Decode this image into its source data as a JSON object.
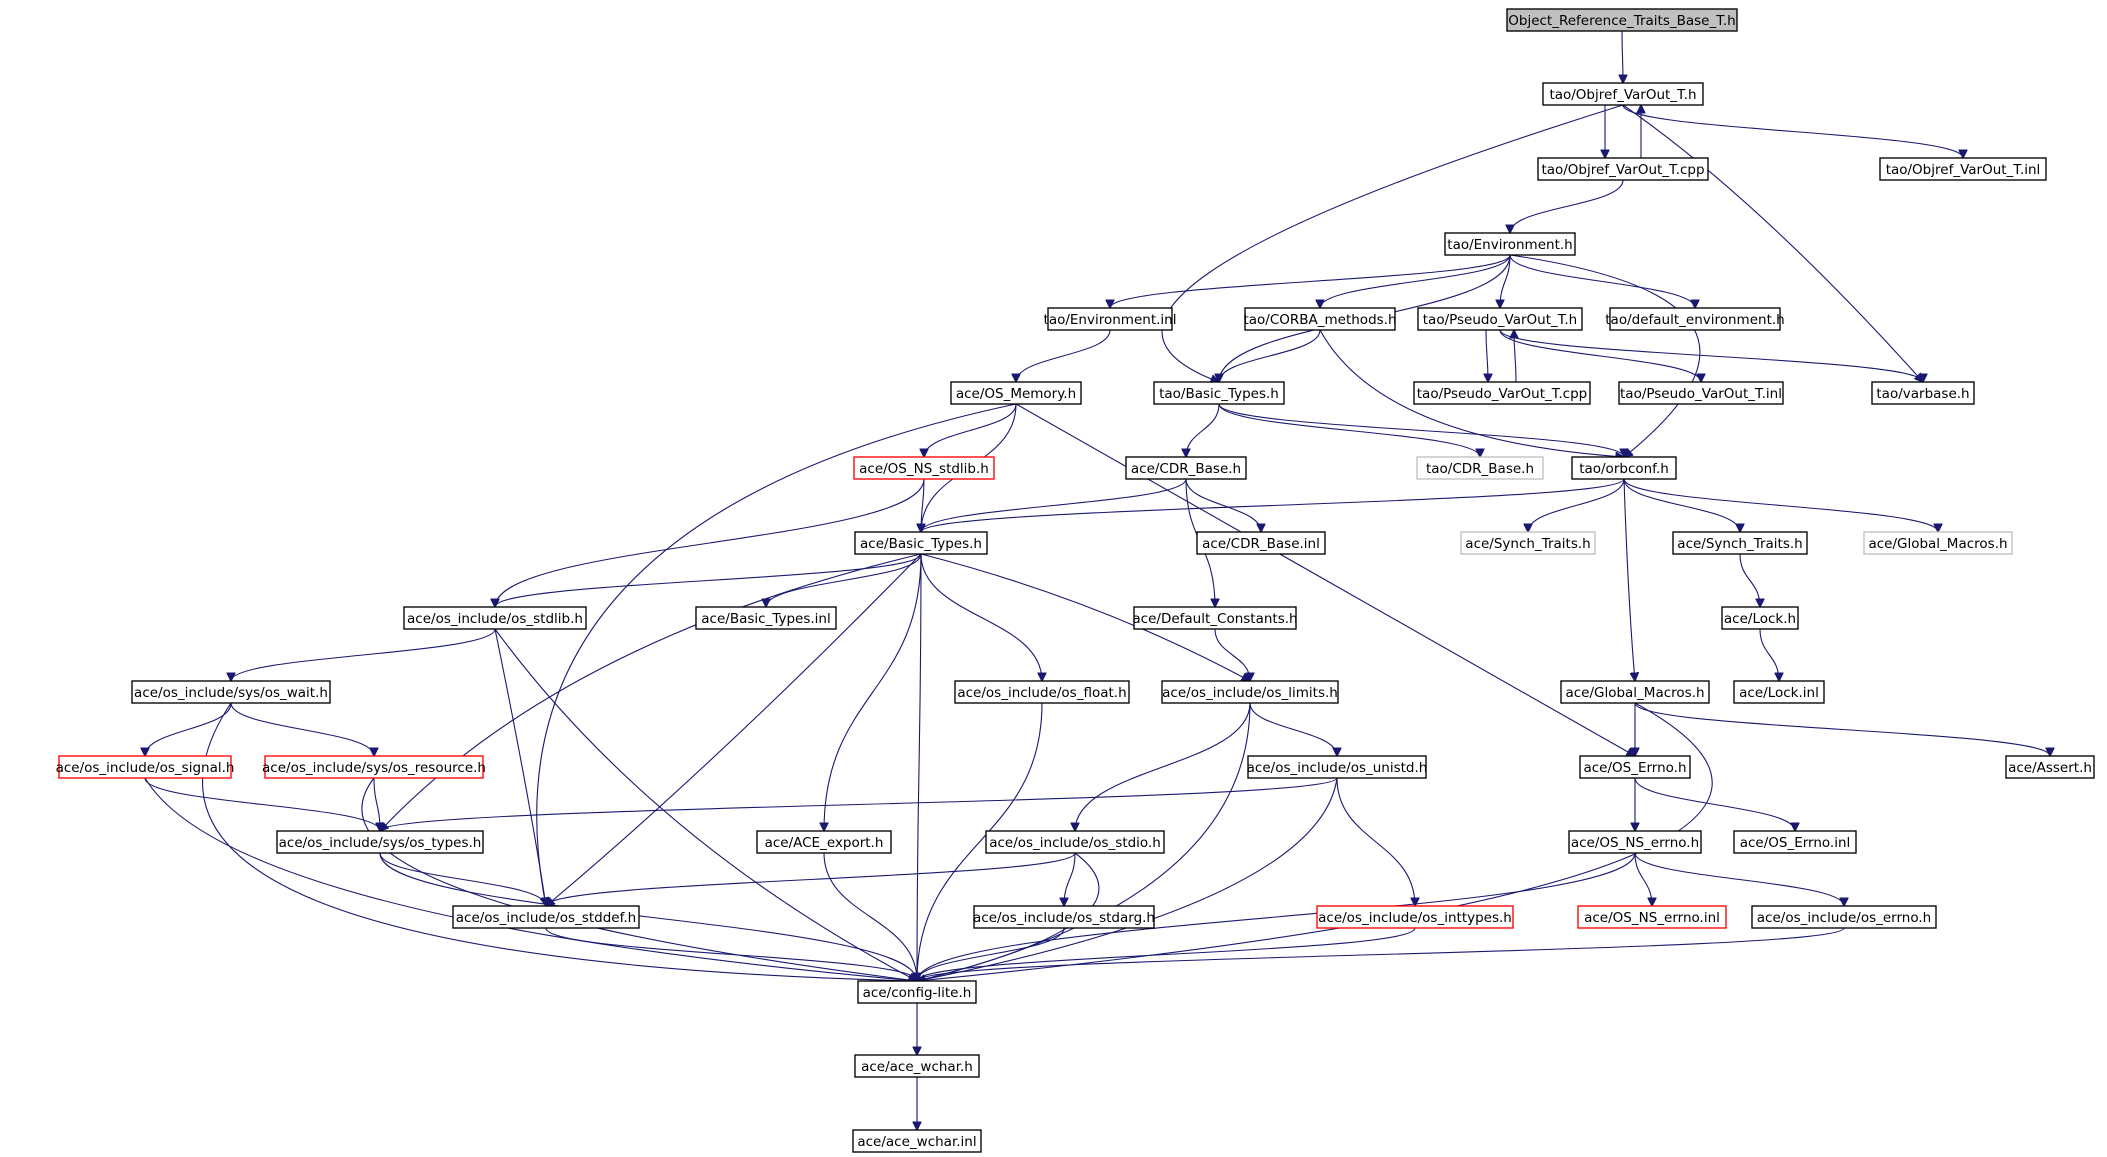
{
  "title": "Object_Reference_Traits_Base_T.h",
  "colors": {
    "edge": "#191970",
    "node_border": "#000000",
    "truncated_border": "#ff0000",
    "external_border": "#bfbfbf",
    "root_fill": "#c0c0c0"
  },
  "nodes": [
    {
      "id": "root",
      "label": "Object_Reference_Traits_Base_T.h",
      "style": "root"
    },
    {
      "id": "objref_h",
      "label": "tao/Objref_VarOut_T.h",
      "style": "normal"
    },
    {
      "id": "objref_cpp",
      "label": "tao/Objref_VarOut_T.cpp",
      "style": "normal"
    },
    {
      "id": "objref_inl",
      "label": "tao/Objref_VarOut_T.inl",
      "style": "normal"
    },
    {
      "id": "env_h",
      "label": "tao/Environment.h",
      "style": "normal"
    },
    {
      "id": "env_inl",
      "label": "tao/Environment.inl",
      "style": "normal"
    },
    {
      "id": "corba_methods",
      "label": "tao/CORBA_methods.h",
      "style": "normal"
    },
    {
      "id": "pseudo_h",
      "label": "tao/Pseudo_VarOut_T.h",
      "style": "normal"
    },
    {
      "id": "default_env",
      "label": "tao/default_environment.h",
      "style": "normal"
    },
    {
      "id": "pseudo_cpp",
      "label": "tao/Pseudo_VarOut_T.cpp",
      "style": "normal"
    },
    {
      "id": "pseudo_inl",
      "label": "tao/Pseudo_VarOut_T.inl",
      "style": "normal"
    },
    {
      "id": "varbase",
      "label": "tao/varbase.h",
      "style": "normal"
    },
    {
      "id": "os_memory",
      "label": "ace/OS_Memory.h",
      "style": "normal"
    },
    {
      "id": "tao_basic",
      "label": "tao/Basic_Types.h",
      "style": "normal"
    },
    {
      "id": "os_ns_stdlib",
      "label": "ace/OS_NS_stdlib.h",
      "style": "red"
    },
    {
      "id": "cdr_base",
      "label": "ace/CDR_Base.h",
      "style": "normal"
    },
    {
      "id": "tao_cdr_base",
      "label": "tao/CDR_Base.h",
      "style": "gray"
    },
    {
      "id": "orbconf",
      "label": "tao/orbconf.h",
      "style": "normal"
    },
    {
      "id": "ace_basic",
      "label": "ace/Basic_Types.h",
      "style": "normal"
    },
    {
      "id": "cdr_base_inl",
      "label": "ace/CDR_Base.inl",
      "style": "normal"
    },
    {
      "id": "synch_gray",
      "label": "ace/Synch_Traits.h",
      "style": "gray"
    },
    {
      "id": "synch",
      "label": "ace/Synch_Traits.h",
      "style": "normal"
    },
    {
      "id": "global_gray",
      "label": "ace/Global_Macros.h",
      "style": "gray"
    },
    {
      "id": "os_stdlib",
      "label": "ace/os_include/os_stdlib.h",
      "style": "normal"
    },
    {
      "id": "basic_inl",
      "label": "ace/Basic_Types.inl",
      "style": "normal"
    },
    {
      "id": "default_constants",
      "label": "ace/Default_Constants.h",
      "style": "normal"
    },
    {
      "id": "lock_h",
      "label": "ace/Lock.h",
      "style": "normal"
    },
    {
      "id": "os_wait",
      "label": "ace/os_include/sys/os_wait.h",
      "style": "normal"
    },
    {
      "id": "os_float",
      "label": "ace/os_include/os_float.h",
      "style": "normal"
    },
    {
      "id": "os_limits",
      "label": "ace/os_include/os_limits.h",
      "style": "normal"
    },
    {
      "id": "global",
      "label": "ace/Global_Macros.h",
      "style": "normal"
    },
    {
      "id": "lock_inl",
      "label": "ace/Lock.inl",
      "style": "normal"
    },
    {
      "id": "os_signal",
      "label": "ace/os_include/os_signal.h",
      "style": "red"
    },
    {
      "id": "os_resource",
      "label": "ace/os_include/sys/os_resource.h",
      "style": "red"
    },
    {
      "id": "os_unistd",
      "label": "ace/os_include/os_unistd.h",
      "style": "normal"
    },
    {
      "id": "os_errno_h",
      "label": "ace/OS_Errno.h",
      "style": "normal"
    },
    {
      "id": "assert",
      "label": "ace/Assert.h",
      "style": "normal"
    },
    {
      "id": "os_types",
      "label": "ace/os_include/sys/os_types.h",
      "style": "normal"
    },
    {
      "id": "ace_export",
      "label": "ace/ACE_export.h",
      "style": "normal"
    },
    {
      "id": "os_stdio",
      "label": "ace/os_include/os_stdio.h",
      "style": "normal"
    },
    {
      "id": "os_ns_errno_h",
      "label": "ace/OS_NS_errno.h",
      "style": "normal"
    },
    {
      "id": "os_errno_inl",
      "label": "ace/OS_Errno.inl",
      "style": "normal"
    },
    {
      "id": "os_stddef",
      "label": "ace/os_include/os_stddef.h",
      "style": "normal"
    },
    {
      "id": "os_stdarg",
      "label": "ace/os_include/os_stdarg.h",
      "style": "normal"
    },
    {
      "id": "os_inttypes",
      "label": "ace/os_include/os_inttypes.h",
      "style": "red"
    },
    {
      "id": "os_ns_errno_inl",
      "label": "ace/OS_NS_errno.inl",
      "style": "red"
    },
    {
      "id": "os_include_errno",
      "label": "ace/os_include/os_errno.h",
      "style": "normal"
    },
    {
      "id": "config_lite",
      "label": "ace/config-lite.h",
      "style": "normal"
    },
    {
      "id": "ace_wchar",
      "label": "ace/ace_wchar.h",
      "style": "normal"
    },
    {
      "id": "ace_wchar_inl",
      "label": "ace/ace_wchar.inl",
      "style": "normal"
    }
  ],
  "edges": [
    [
      "root",
      "objref_h"
    ],
    [
      "objref_h",
      "objref_cpp"
    ],
    [
      "objref_cpp",
      "objref_h"
    ],
    [
      "objref_h",
      "objref_inl"
    ],
    [
      "objref_h",
      "tao_basic"
    ],
    [
      "objref_h",
      "varbase"
    ],
    [
      "objref_cpp",
      "env_h"
    ],
    [
      "env_h",
      "env_inl"
    ],
    [
      "env_h",
      "corba_methods"
    ],
    [
      "env_h",
      "pseudo_h"
    ],
    [
      "env_h",
      "default_env"
    ],
    [
      "env_h",
      "tao_basic"
    ],
    [
      "env_h",
      "orbconf"
    ],
    [
      "pseudo_h",
      "pseudo_cpp"
    ],
    [
      "pseudo_cpp",
      "pseudo_h"
    ],
    [
      "pseudo_h",
      "pseudo_inl"
    ],
    [
      "pseudo_h",
      "varbase"
    ],
    [
      "corba_methods",
      "tao_basic"
    ],
    [
      "corba_methods",
      "orbconf"
    ],
    [
      "env_inl",
      "os_memory"
    ],
    [
      "tao_basic",
      "cdr_base"
    ],
    [
      "tao_basic",
      "tao_cdr_base"
    ],
    [
      "tao_basic",
      "orbconf"
    ],
    [
      "os_memory",
      "os_ns_stdlib"
    ],
    [
      "os_memory",
      "ace_basic"
    ],
    [
      "os_memory",
      "os_errno_h"
    ],
    [
      "os_memory",
      "os_stddef"
    ],
    [
      "os_ns_stdlib",
      "ace_basic"
    ],
    [
      "os_ns_stdlib",
      "os_stdlib"
    ],
    [
      "cdr_base",
      "ace_basic"
    ],
    [
      "cdr_base",
      "cdr_base_inl"
    ],
    [
      "cdr_base",
      "default_constants"
    ],
    [
      "orbconf",
      "ace_basic"
    ],
    [
      "orbconf",
      "synch_gray"
    ],
    [
      "orbconf",
      "synch"
    ],
    [
      "orbconf",
      "global_gray"
    ],
    [
      "orbconf",
      "global"
    ],
    [
      "synch",
      "lock_h"
    ],
    [
      "lock_h",
      "lock_inl"
    ],
    [
      "ace_basic",
      "os_stdlib"
    ],
    [
      "ace_basic",
      "basic_inl"
    ],
    [
      "ace_basic",
      "os_float"
    ],
    [
      "ace_basic",
      "os_limits"
    ],
    [
      "ace_basic",
      "os_types"
    ],
    [
      "ace_basic",
      "ace_export"
    ],
    [
      "ace_basic",
      "os_stddef"
    ],
    [
      "ace_basic",
      "config_lite"
    ],
    [
      "os_stdlib",
      "os_wait"
    ],
    [
      "os_stdlib",
      "os_stddef"
    ],
    [
      "os_stdlib",
      "config_lite"
    ],
    [
      "default_constants",
      "os_limits"
    ],
    [
      "os_wait",
      "os_signal"
    ],
    [
      "os_wait",
      "os_resource"
    ],
    [
      "os_wait",
      "config_lite"
    ],
    [
      "os_signal",
      "os_types"
    ],
    [
      "os_signal",
      "config_lite"
    ],
    [
      "os_resource",
      "os_types"
    ],
    [
      "os_resource",
      "config_lite"
    ],
    [
      "os_float",
      "config_lite"
    ],
    [
      "os_limits",
      "os_unistd"
    ],
    [
      "os_limits",
      "os_stdio"
    ],
    [
      "os_limits",
      "config_lite"
    ],
    [
      "os_unistd",
      "os_types"
    ],
    [
      "os_unistd",
      "os_inttypes"
    ],
    [
      "os_unistd",
      "config_lite"
    ],
    [
      "global",
      "os_errno_h"
    ],
    [
      "global",
      "assert"
    ],
    [
      "global",
      "config_lite"
    ],
    [
      "os_errno_h",
      "os_ns_errno_h"
    ],
    [
      "os_errno_h",
      "os_errno_inl"
    ],
    [
      "os_ns_errno_h",
      "os_ns_errno_inl"
    ],
    [
      "os_ns_errno_h",
      "os_include_errno"
    ],
    [
      "os_ns_errno_h",
      "config_lite"
    ],
    [
      "os_types",
      "os_stddef"
    ],
    [
      "os_types",
      "config_lite"
    ],
    [
      "ace_export",
      "config_lite"
    ],
    [
      "os_stdio",
      "os_stddef"
    ],
    [
      "os_stdio",
      "os_stdarg"
    ],
    [
      "os_stdio",
      "config_lite"
    ],
    [
      "os_stddef",
      "config_lite"
    ],
    [
      "os_stdarg",
      "config_lite"
    ],
    [
      "os_inttypes",
      "config_lite"
    ],
    [
      "os_include_errno",
      "config_lite"
    ],
    [
      "config_lite",
      "ace_wchar"
    ],
    [
      "ace_wchar",
      "ace_wchar_inl"
    ]
  ]
}
